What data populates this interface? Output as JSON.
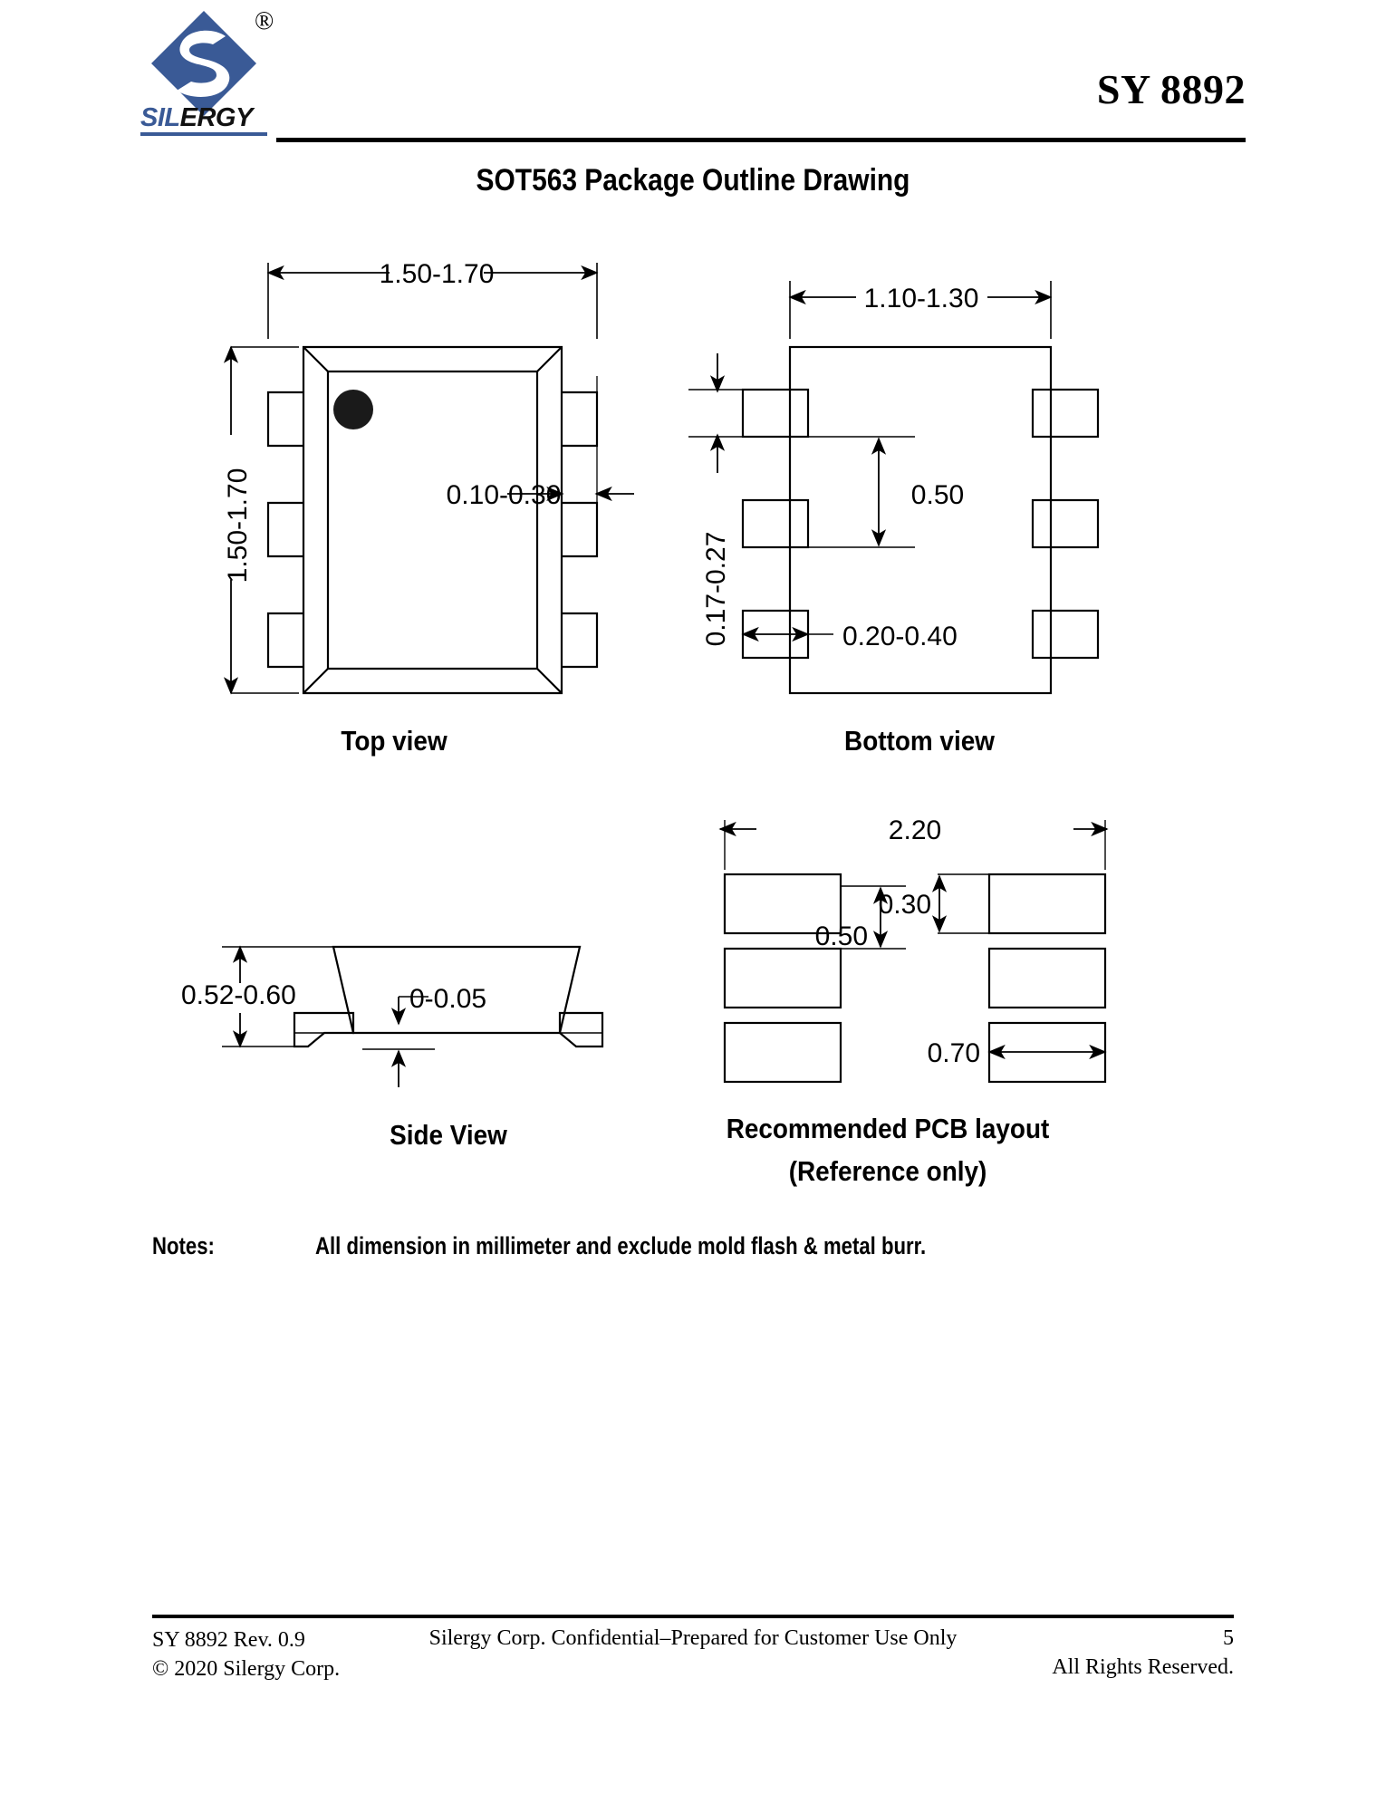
{
  "header": {
    "logo_alt": "Silergy logo",
    "wordmark_part1": "SIL",
    "wordmark_part2": "ERGY",
    "registered_mark": "®",
    "part_number": "SY 8892"
  },
  "page_title": "SOT563 Package Outline Drawing",
  "views": {
    "top": {
      "caption": "Top view",
      "dim_width": "1.50-1.70",
      "dim_height": "1.50-1.70",
      "dim_lead": "0.10-0.30"
    },
    "bottom": {
      "caption": "Bottom view",
      "dim_width": "1.10-1.30",
      "dim_pad_height": "0.17-0.27",
      "dim_pitch": "0.50",
      "dim_pad_width": "0.20-0.40"
    },
    "side": {
      "caption": "Side View",
      "dim_height": "0.52-0.60",
      "dim_standoff": "0-0.05"
    },
    "pcb": {
      "caption_line1": "Recommended PCB layout",
      "caption_line2": "(Reference only)",
      "dim_span": "2.20",
      "dim_gap": "0.30",
      "dim_pitch": "0.50",
      "dim_pad_len": "0.70"
    }
  },
  "notes": {
    "label": "Notes:",
    "text": "All dimension in millimeter and exclude mold flash & metal burr."
  },
  "footer": {
    "rev": "SY 8892 Rev. 0.9",
    "copyright": "© 2020 Silergy Corp.",
    "confidential": "Silergy Corp. Confidential–Prepared for Customer Use Only",
    "page_number": "5",
    "rights": "All Rights Reserved."
  },
  "colors": {
    "brand_blue": "#3a5a96",
    "line": "#000000",
    "background": "#ffffff"
  }
}
